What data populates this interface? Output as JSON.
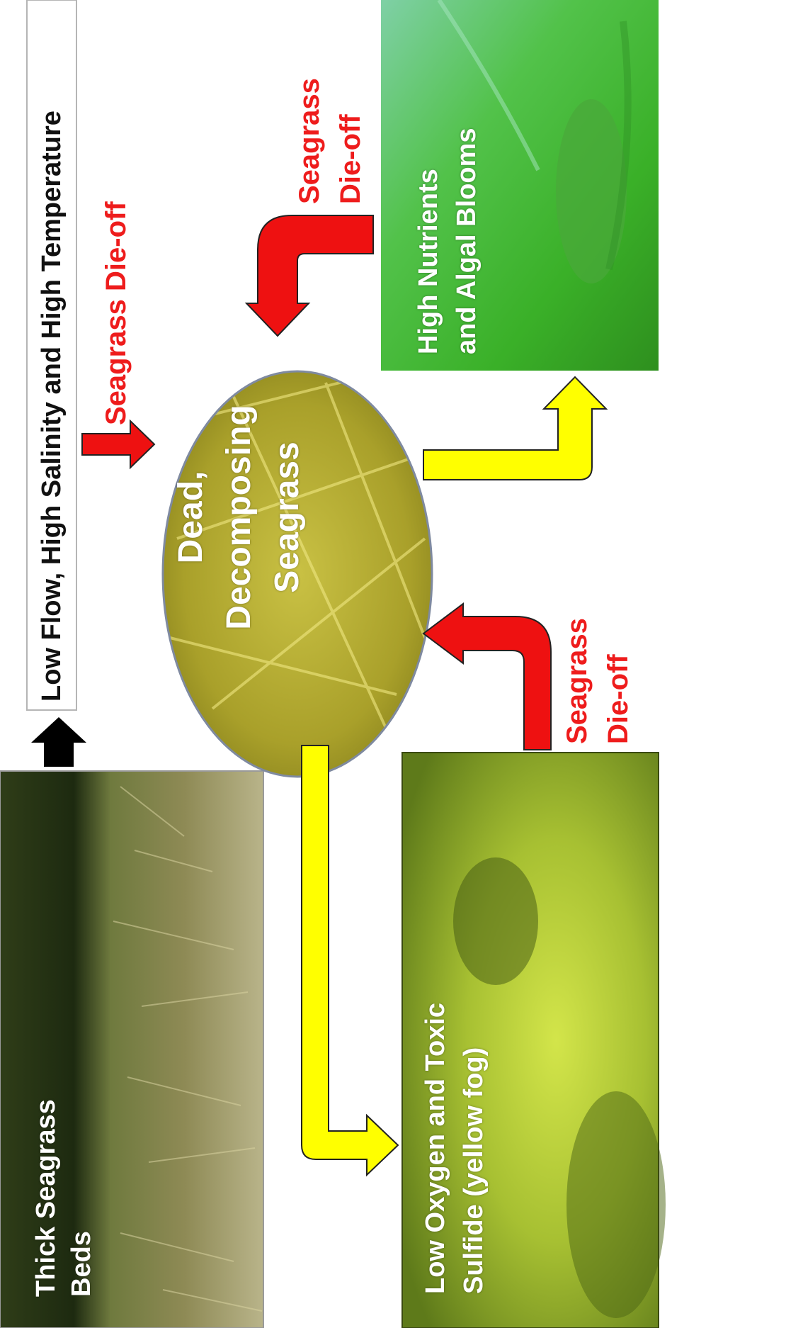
{
  "condition_box": {
    "prefix": "Low Flow, High Salinity and High Temperature"
  },
  "arrow_labels": {
    "top_dieoff_word1": "Seagrass",
    "top_dieoff_word2": "Die-off",
    "nutrients_dieoff_line1": "Seagrass",
    "nutrients_dieoff_line2": "Die-off",
    "oxygen_dieoff_line1": "Seagrass",
    "oxygen_dieoff_line2": "Die-off"
  },
  "nodes": {
    "thick_beds": {
      "line1": "Thick Seagrass",
      "line2": "Beds"
    },
    "dead_decomposing": {
      "line1": "Dead,",
      "line2": "Decomposing",
      "line3": "Seagrass"
    },
    "high_nutrients": {
      "line1": "High Nutrients",
      "line2": "and Algal Blooms"
    },
    "low_oxygen": {
      "line1": "Low Oxygen and Toxic",
      "line2": "Sulfide (yellow fog)"
    }
  },
  "colors": {
    "red_arrow": "#ee1111",
    "yellow_arrow": "#ffff00",
    "die_off_text": "#ee1c1c"
  }
}
